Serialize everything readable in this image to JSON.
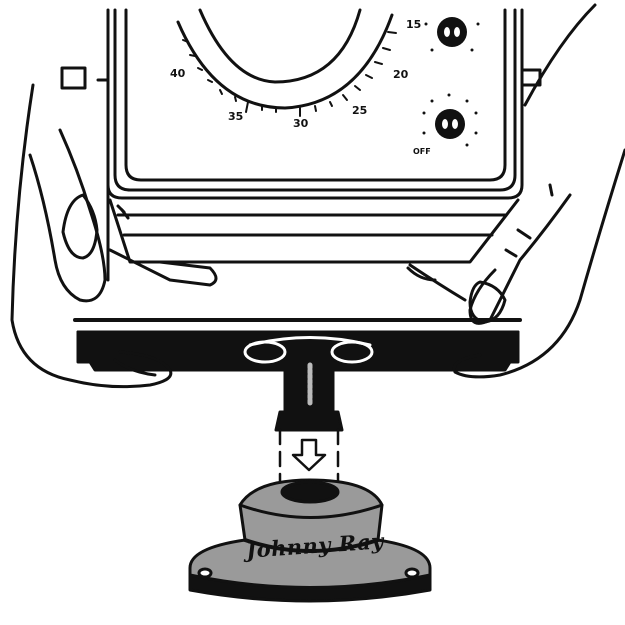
{
  "illustration": {
    "subject": "Hands mounting a dial instrument box onto a threaded base",
    "colors": {
      "ink": "#111111",
      "paper": "#ffffff",
      "base_fill": "#9a9a9a"
    },
    "dial": {
      "scale_labels": [
        "40",
        "35",
        "30",
        "25",
        "20",
        "15"
      ]
    },
    "knobs": {
      "upper_knob": "knob",
      "lower_knob_label": "OFF"
    },
    "base": {
      "brand_text": "Johnny Ray"
    },
    "arrow": "down-arrow"
  }
}
